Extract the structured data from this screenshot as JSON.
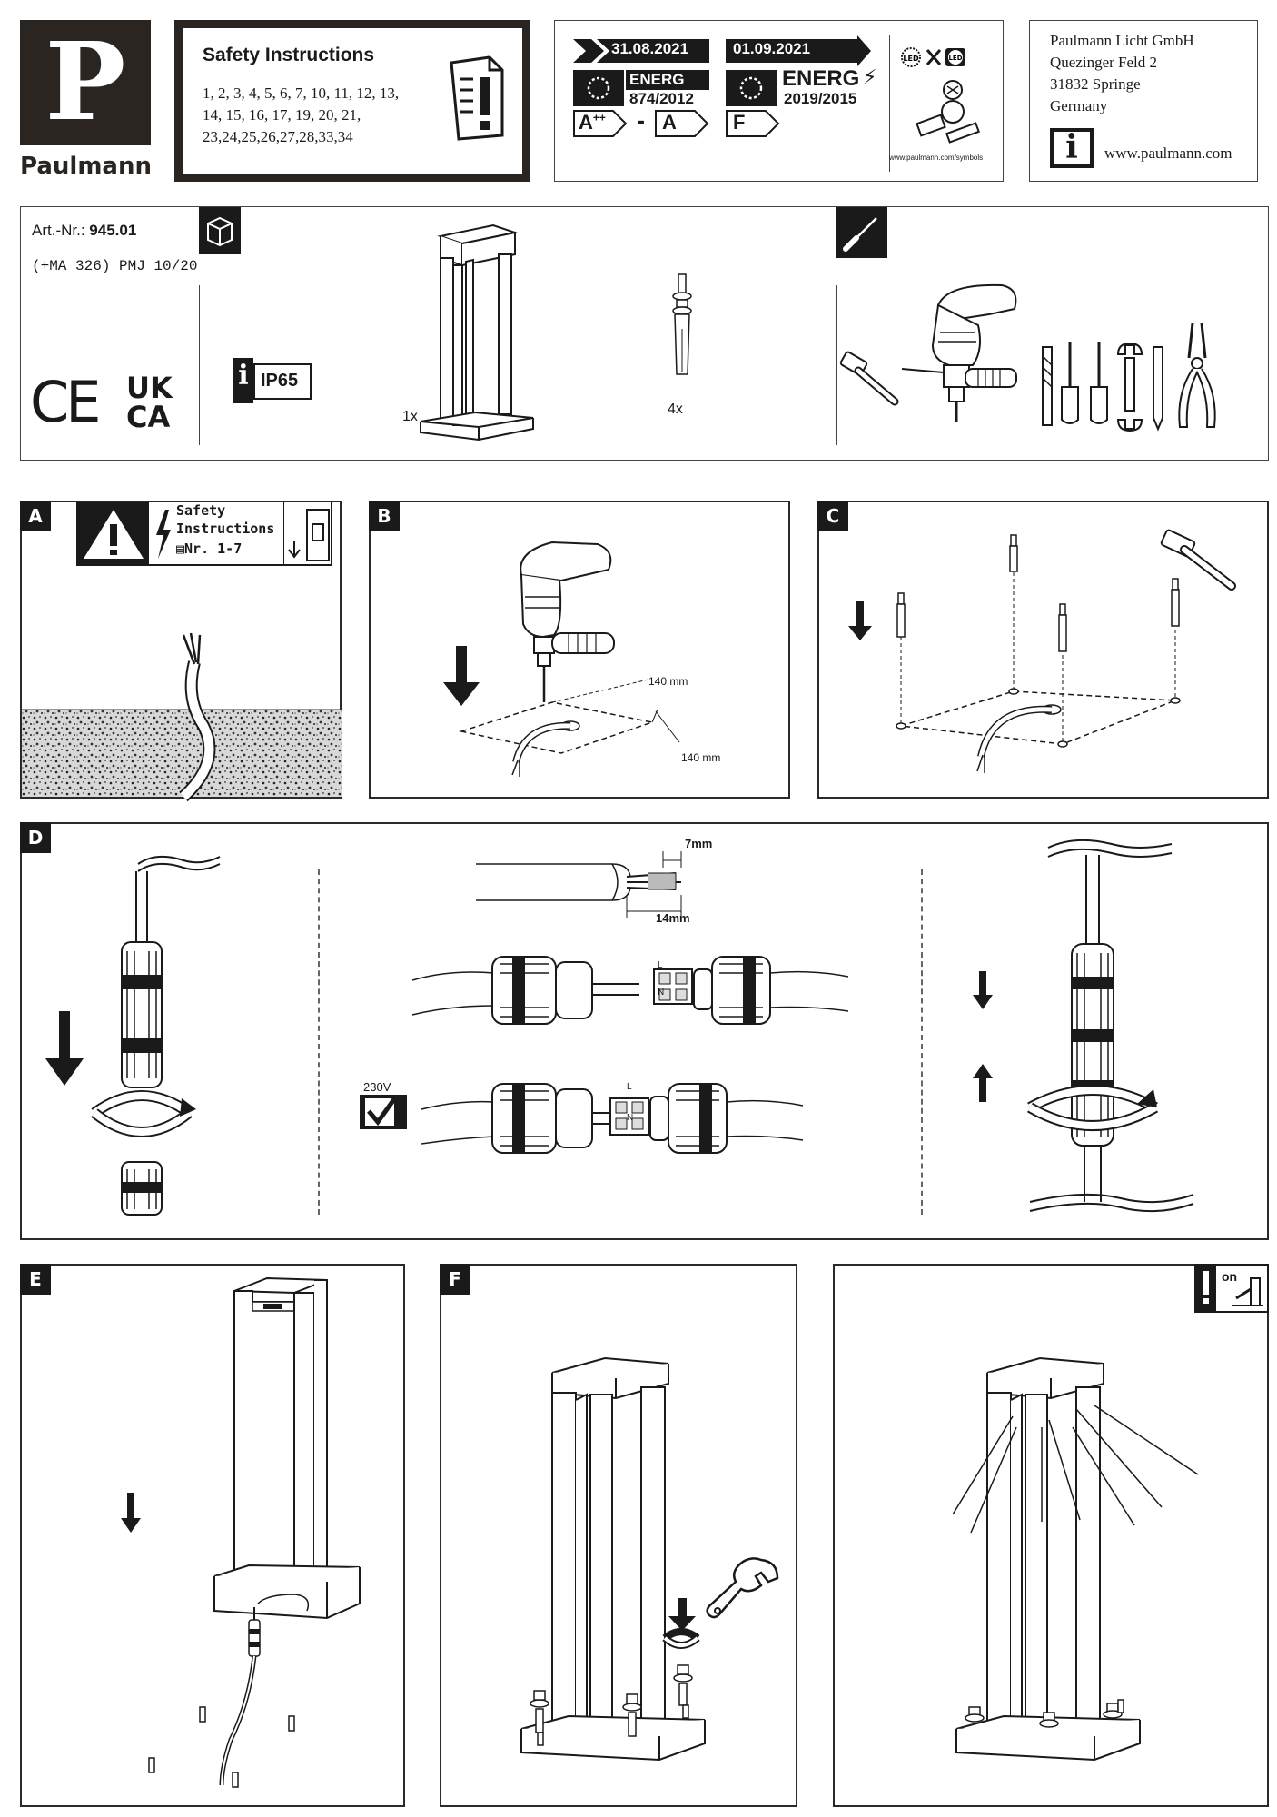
{
  "brand": {
    "logo_letter": "P",
    "name": "Paulmann"
  },
  "safety": {
    "title": "Safety Instructions",
    "lines": [
      "1, 2, 3, 4, 5, 6, 7, 10, 11, 12, 13,",
      "14, 15, 16, 17, 19, 20, 21,",
      "23,24,25,26,27,28,33,34"
    ]
  },
  "energy": {
    "date_old": "31.08.2021",
    "date_new": "01.09.2021",
    "energ_label": "ENERG",
    "reg_old": "874/2012",
    "reg_new": "2019/2015",
    "class_range_from": "A",
    "class_range_from_sup": "++",
    "class_range_sep": "-",
    "class_range_to": "A",
    "class_new": "F",
    "led_label": "LED",
    "symbols_url": "www.paulmann.com/symbols"
  },
  "company": {
    "lines": [
      "Paulmann Licht GmbH",
      "Quezinger Feld 2",
      "31832 Springe",
      "Germany"
    ],
    "website": "www.paulmann.com",
    "info_icon_text": "i"
  },
  "product": {
    "art_label": "Art.-Nr.:",
    "art_number": "945.01",
    "model": "(+MA 326) PMJ 10/20",
    "ce": "CE",
    "ukca_top": "UK",
    "ukca_bottom": "CA",
    "ip_rating": "IP65",
    "info_icon_text": "i",
    "qty_lamp": "1x",
    "qty_anchor": "4x"
  },
  "steps": {
    "A": {
      "label": "A",
      "safety_line1": "Safety",
      "safety_line2": "Instructions",
      "safety_line3": "Nr. 1-7"
    },
    "B": {
      "label": "B",
      "dim_1": "140 mm",
      "dim_2": "140 mm"
    },
    "C": {
      "label": "C"
    },
    "D": {
      "label": "D",
      "dim_strip": "7mm",
      "dim_insulation": "14mm",
      "voltage": "230V",
      "terminal_l": "L",
      "terminal_n": "N"
    },
    "E": {
      "label": "E"
    },
    "F": {
      "label": "F"
    },
    "G": {
      "on_text": "on"
    }
  },
  "icons": [
    "box-icon",
    "screwdriver-icon",
    "hammer-icon",
    "drill-icon",
    "drill-bit-icon",
    "screwdriver-flat-icon",
    "screwdriver-phillips-icon",
    "wrench-icon",
    "pencil-icon",
    "pliers-icon",
    "warning-icon",
    "lightning-icon",
    "breaker-icon",
    "document-icon",
    "arrow-down-icon",
    "checkmark-icon",
    "rotate-icon",
    "switch-icon"
  ]
}
